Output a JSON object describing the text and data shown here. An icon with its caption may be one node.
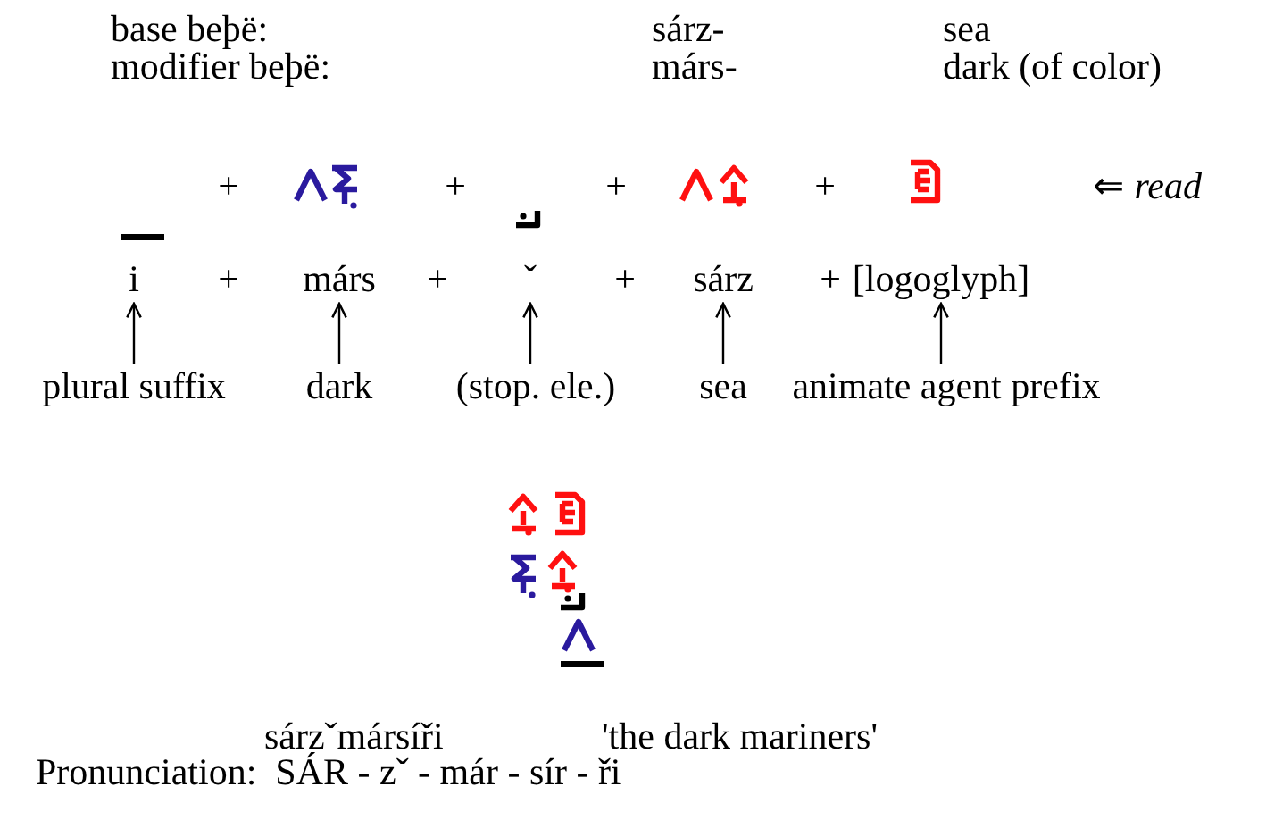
{
  "diagram": {
    "nodes": [
      {
        "text": [
          "i"
        ]
      },
      {
        "text": [
          "márs"
        ]
      },
      {
        "text": [
          "ˇ"
        ]
      },
      {
        "text": [
          "sárz"
        ]
      },
      {
        "text": [
          "[logoglyph]"
        ]
      },
      {
        "text": [
          "plural suffix"
        ]
      },
      {
        "text": [
          "dark"
        ]
      },
      {
        "text": [
          "(stop. ele.)"
        ]
      },
      {
        "text": [
          "sea"
        ]
      },
      {
        "text": [
          "animate agent prefix"
        ]
      }
    ],
    "edges": [
      {
        "from": 5,
        "to": 0,
        "arrow": "to"
      },
      {
        "from": 6,
        "to": 1,
        "arrow": "to"
      },
      {
        "from": 7,
        "to": 2,
        "arrow": "to"
      },
      {
        "from": 8,
        "to": 3,
        "arrow": "to"
      },
      {
        "from": 9,
        "to": 4,
        "arrow": "to"
      }
    ],
    "labels": [
      "base beþë:",
      "sárz-",
      "sea",
      "modifier beþë:",
      "márs-",
      "dark (of color)",
      "+",
      "+",
      "+",
      "+",
      "⇐ *read*",
      "+",
      "+",
      "+",
      "+",
      "sárzˇmársíři",
      "'the dark mariners'",
      "Pronunciation:  SÁR - zˇ - már - sír - ři"
    ]
  }
}
